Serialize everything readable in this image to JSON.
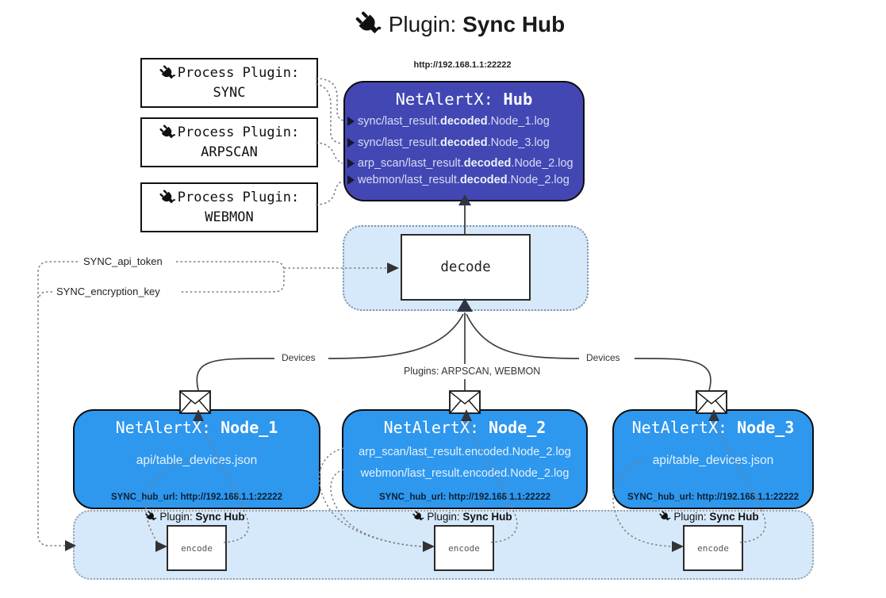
{
  "title": {
    "prefix": "Plugin: ",
    "bold": "Sync Hub"
  },
  "colors": {
    "hub_bg": "#4247b4",
    "node_bg": "#2e97ee",
    "panel_bg": "#d6e9fb",
    "wire": "#3f3f3f",
    "dotted_wire": "#808080"
  },
  "icons": {
    "plug_icon": "plug silhouette",
    "envelope_icon": "envelope"
  },
  "process_plugins": [
    {
      "label": "Process Plugin:",
      "name": "SYNC"
    },
    {
      "label": "Process Plugin:",
      "name": "ARPSCAN"
    },
    {
      "label": "Process Plugin:",
      "name": "WEBMON"
    }
  ],
  "hub": {
    "url": "http://192.168.1.1:22222",
    "title_prefix": "NetAlertX: ",
    "title_bold": "Hub",
    "lines": [
      {
        "pre": "sync/last_result.",
        "bold": "decoded",
        "post": ".Node_1.log"
      },
      {
        "pre": "sync/last_result.",
        "bold": "decoded",
        "post": ".Node_3.log"
      },
      {
        "pre": "arp_scan/last_result.",
        "bold": "decoded",
        "post": ".Node_2.log"
      },
      {
        "pre": "webmon/last_result.",
        "bold": "decoded",
        "post": ".Node_2.log"
      }
    ]
  },
  "decode": {
    "label": "decode"
  },
  "edge_labels": {
    "devices_left": "Devices",
    "devices_right": "Devices",
    "plugins_center": "Plugins: ARPSCAN, WEBMON",
    "api_token": "SYNC_api_token",
    "encryption_key": "SYNC_encryption_key"
  },
  "nodes": [
    {
      "title_prefix": "NetAlertX: ",
      "title_bold": "Node_1",
      "line1": "api/table_devices.json",
      "line2": "",
      "footer": "SYNC_hub_url: http://192.168.1.1:22222"
    },
    {
      "title_prefix": "NetAlertX: ",
      "title_bold": "Node_2",
      "line1": "arp_scan/last_result.encoded.Node_2.log",
      "line2": "webmon/last_result.encoded.Node_2.log",
      "footer": "SYNC_hub_url: http://192.168.1.1:22222"
    },
    {
      "title_prefix": "NetAlertX: ",
      "title_bold": "Node_3",
      "line1": "api/table_devices.json",
      "line2": "",
      "footer": "SYNC_hub_url: http://192.168.1.1:22222"
    }
  ],
  "encode_sections": [
    {
      "label_prefix": "Plugin: ",
      "label_bold": "Sync Hub",
      "box": "encode"
    },
    {
      "label_prefix": "Plugin: ",
      "label_bold": "Sync Hub",
      "box": "encode"
    },
    {
      "label_prefix": "Plugin: ",
      "label_bold": "Sync Hub",
      "box": "encode"
    }
  ]
}
